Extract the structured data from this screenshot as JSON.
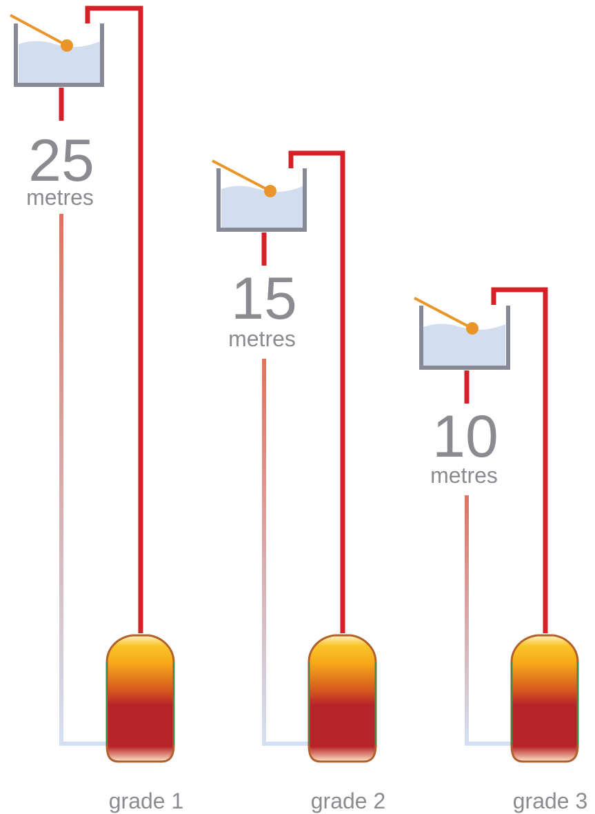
{
  "systems": [
    {
      "height": "25",
      "unit": "metres",
      "label": "grade 1"
    },
    {
      "height": "15",
      "unit": "metres",
      "label": "grade 2"
    },
    {
      "height": "10",
      "unit": "metres",
      "label": "grade 3"
    }
  ],
  "colors": {
    "tank_outline": "#878a96",
    "water": "#d2deef",
    "float_arm": "#e8962a",
    "hot_pipe": "#d62028",
    "cold_pipe_top": "#e0725e",
    "cold_pipe_bottom": "#d3e0f3",
    "cylinder_top": "#f7b21a",
    "cylinder_bottom": "#b72328",
    "label_text": "#8a8b90"
  }
}
